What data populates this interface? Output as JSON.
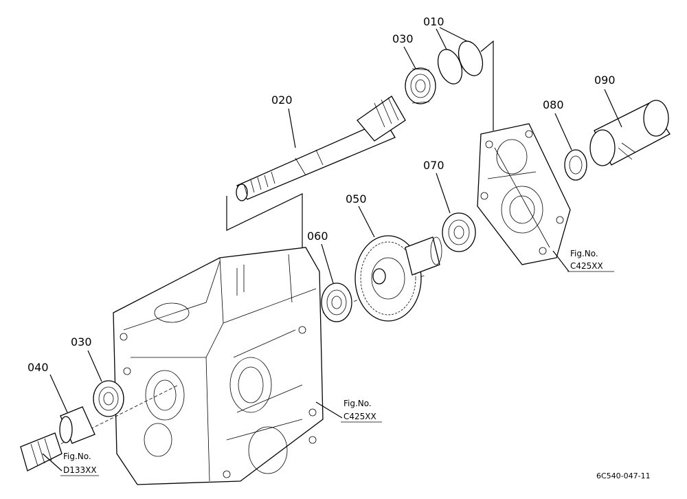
{
  "part_labels": {
    "p010": "010",
    "p020": "020",
    "p030_top": "030",
    "p030_bottom": "030",
    "p040": "040",
    "p050": "050",
    "p060": "060",
    "p070": "070",
    "p080": "080",
    "p090": "090"
  },
  "figure_refs": {
    "right": {
      "prefix": "Fig.No.",
      "code": "C425XX"
    },
    "center": {
      "prefix": "Fig.No.",
      "code": "C425XX"
    },
    "left": {
      "prefix": "Fig.No.",
      "code": "D133XX"
    }
  },
  "drawing_code": "6C540-047-11"
}
